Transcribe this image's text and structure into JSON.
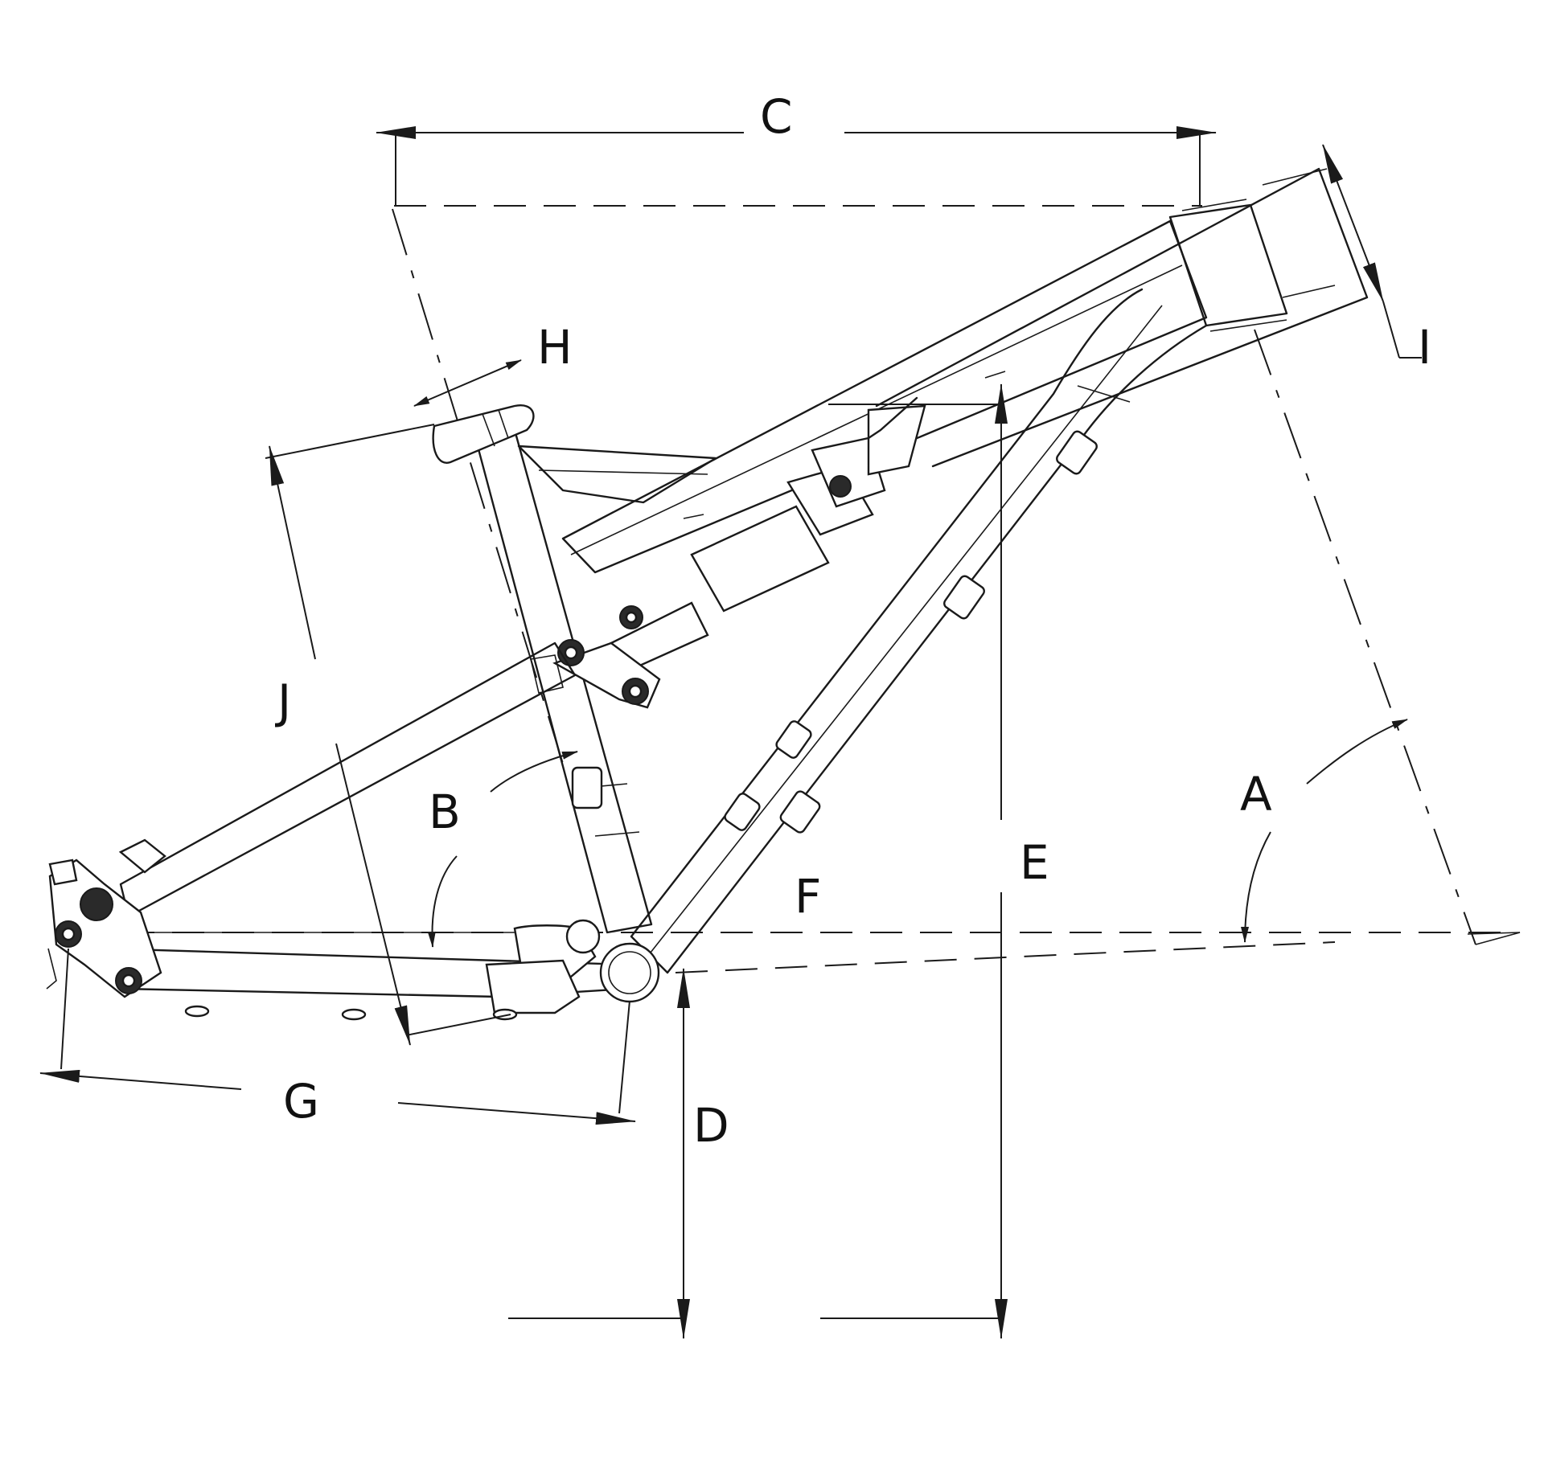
{
  "diagram": {
    "labels": {
      "a": "A",
      "b": "B",
      "c": "C",
      "d": "D",
      "e": "E",
      "f": "F",
      "g": "G",
      "h": "H",
      "i": "I",
      "j": "J"
    },
    "colors": {
      "line": "#1a1a1a",
      "background": "#ffffff"
    }
  }
}
